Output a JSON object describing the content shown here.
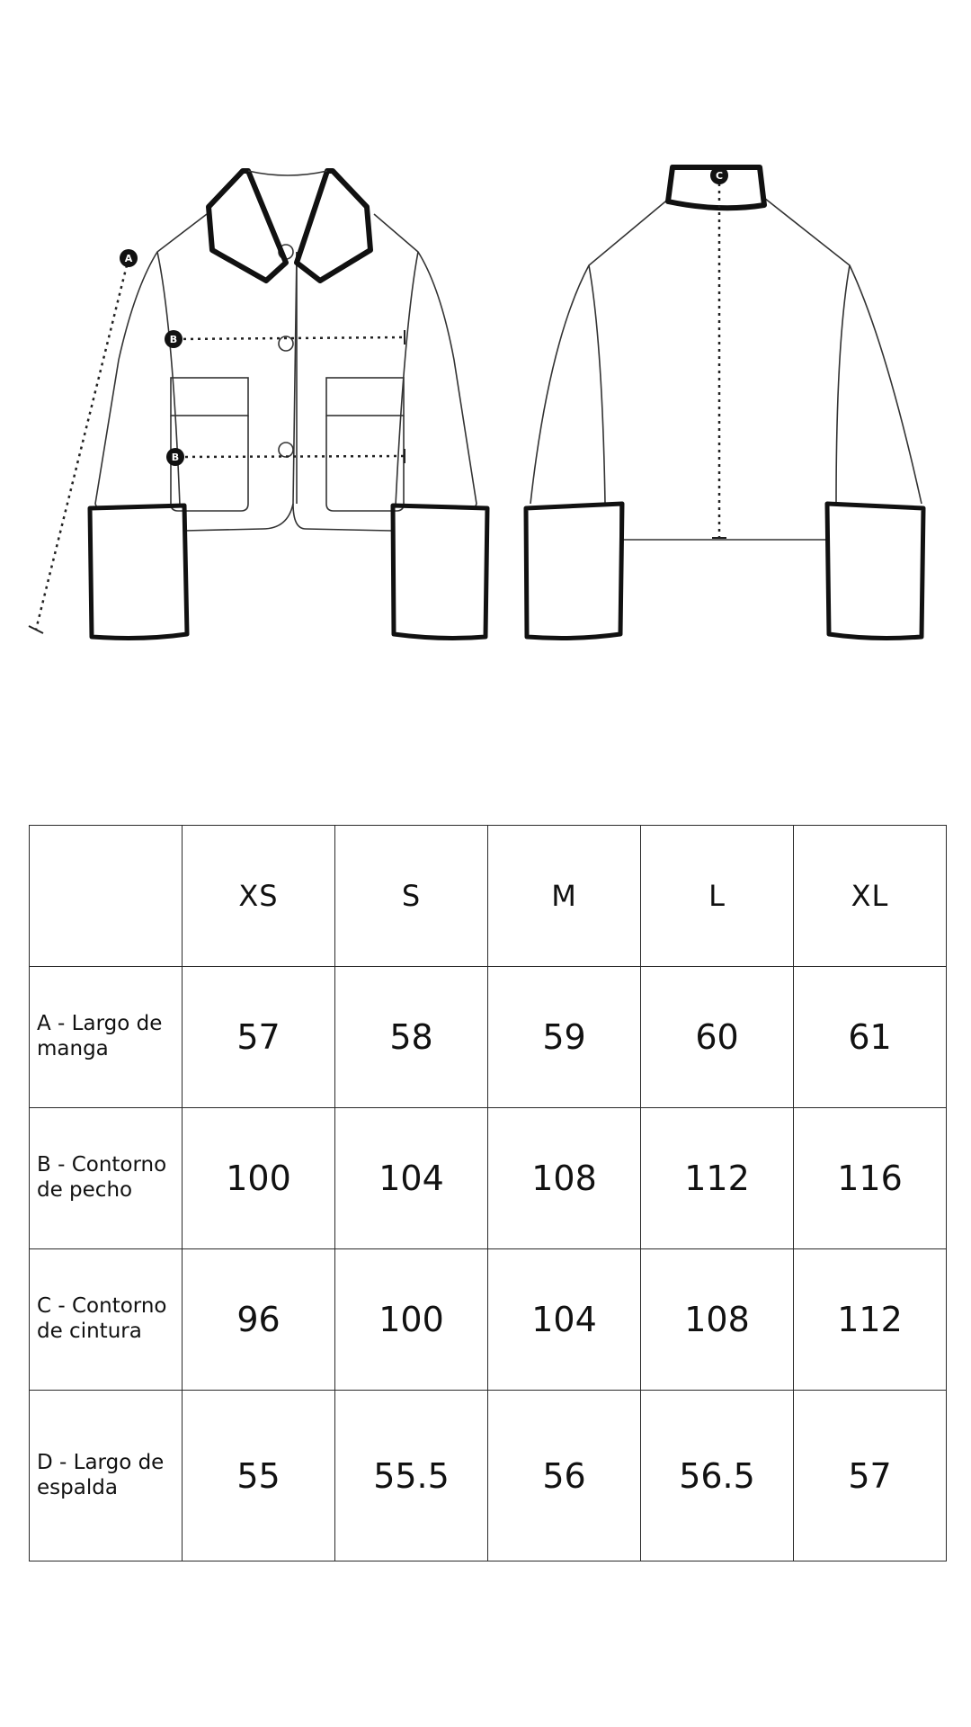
{
  "illustration": {
    "front_markers": [
      "A",
      "B",
      "B"
    ],
    "back_markers": [
      "C"
    ]
  },
  "table": {
    "corner": "",
    "sizes": [
      "XS",
      "S",
      "M",
      "L",
      "XL"
    ],
    "rows": [
      {
        "label": "A - Largo de manga",
        "values": [
          "57",
          "58",
          "59",
          "60",
          "61"
        ]
      },
      {
        "label": "B - Contorno de pecho",
        "values": [
          "100",
          "104",
          "108",
          "112",
          "116"
        ]
      },
      {
        "label": "C - Contorno de cintura",
        "values": [
          "96",
          "100",
          "104",
          "108",
          "112"
        ]
      },
      {
        "label": "D - Largo de espalda",
        "values": [
          "55",
          "55.5",
          "56",
          "56.5",
          "57"
        ]
      }
    ]
  }
}
